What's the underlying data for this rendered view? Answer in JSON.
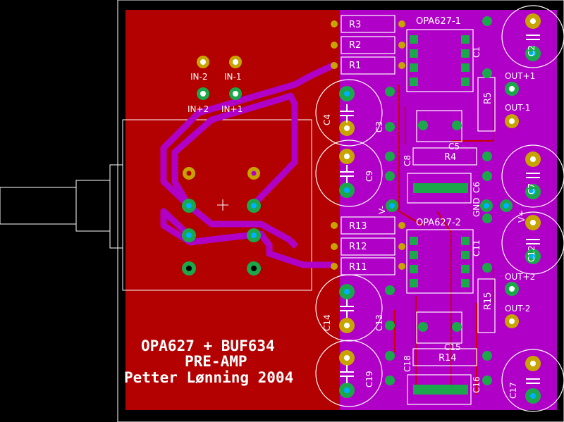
{
  "title_lines": [
    "OPA627 + BUF634",
    "PRE-AMP",
    "Petter Lønning 2004"
  ],
  "ics": {
    "u1": "OPA627-1",
    "u2": "OPA627-2"
  },
  "resistors": {
    "r1": "R1",
    "r2": "R2",
    "r3": "R3",
    "r4": "R4",
    "r5": "R5",
    "r11": "R11",
    "r12": "R12",
    "r13": "R13",
    "r14": "R14",
    "r15": "R15"
  },
  "capacitors": {
    "c1": "C1",
    "c2": "C2",
    "c3": "C3",
    "c4": "C4",
    "c5": "C5",
    "c6": "C6",
    "c7": "C7",
    "c8": "C8",
    "c9": "C9",
    "c11": "C11",
    "c12": "C12",
    "c13": "C13",
    "c14": "C14",
    "c15": "C15",
    "c16": "C16",
    "c17": "C17",
    "c18": "C18",
    "c19": "C19"
  },
  "connectors": {
    "in2n": "IN-2",
    "in1n": "IN-1",
    "in2p": "IN+2",
    "in1p": "IN+1",
    "out1p": "OUT+1",
    "out1n": "OUT-1",
    "out2p": "OUT+2",
    "out2n": "OUT-2",
    "vminus": "V-",
    "gnd": "GND",
    "vplus": "V+"
  },
  "colors": {
    "background": "#000000",
    "ground_plane": "#b30000",
    "bottom_copper": "#b000c8",
    "pad": "#1aa84a",
    "silkscreen": "#ffffff"
  }
}
